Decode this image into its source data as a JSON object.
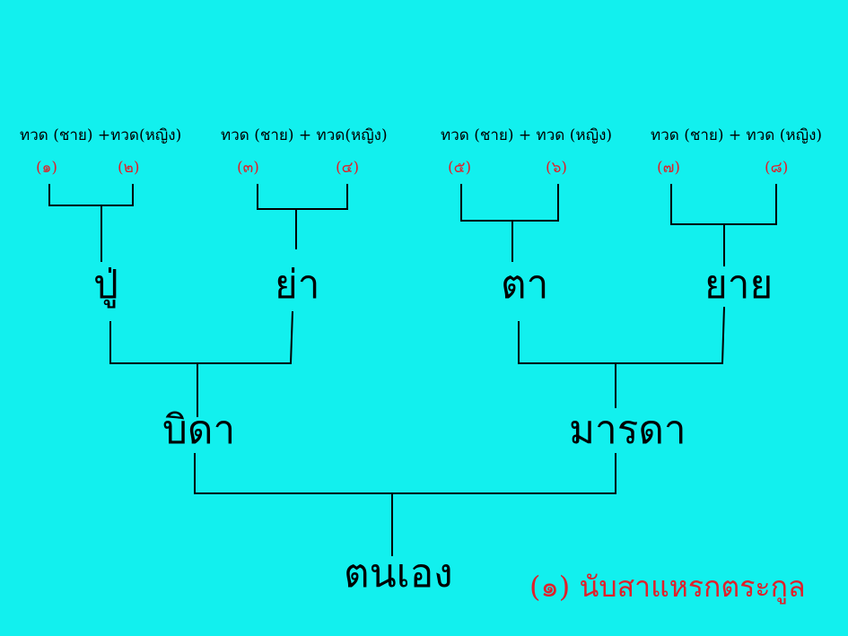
{
  "colors": {
    "background": "#12f0ee",
    "line": "#000000",
    "label": "#000000",
    "number": "#e0202a"
  },
  "great_grandparents": [
    {
      "label": "ทวด (ชาย) +ทวด(หญิง)",
      "nums": [
        "(๑)",
        "(๒)"
      ]
    },
    {
      "label": "ทวด (ชาย)  +  ทวด(หญิง)",
      "nums": [
        "(๓)",
        "(๔)"
      ]
    },
    {
      "label": "ทวด (ชาย)  + ทวด (หญิง)",
      "nums": [
        "(๕)",
        "(๖)"
      ]
    },
    {
      "label": "ทวด (ชาย)  +  ทวด (หญิง)",
      "nums": [
        "(๗)",
        "(๘)"
      ]
    }
  ],
  "grandparents": [
    "ปู่",
    "ย่า",
    "ตา",
    "ยาย"
  ],
  "parents": [
    "บิดา",
    "มารดา"
  ],
  "self": "ตนเอง",
  "caption": "(๑) นับสาแหรกตระกูล"
}
